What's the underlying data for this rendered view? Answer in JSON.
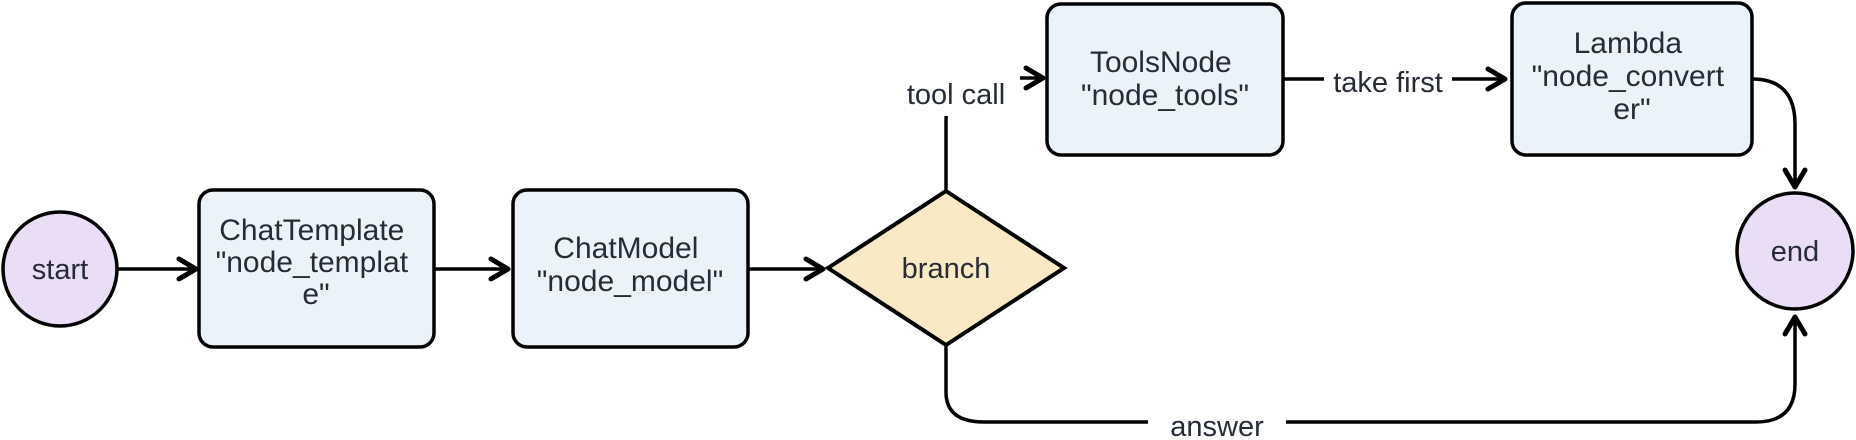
{
  "colors": {
    "background": "#ffffff",
    "box_fill": "#ecf2fa",
    "circle_fill": "#e9def5",
    "diamond_fill": "#f9eac5",
    "stroke": "#000000",
    "text": "#262b36",
    "label_bg": "#ffffff"
  },
  "nodes": {
    "start": {
      "shape": "circle",
      "label": "start"
    },
    "chat_template": {
      "shape": "rounded-rect",
      "lines": [
        "ChatTemplate",
        "\"node_templat",
        "e\""
      ]
    },
    "chat_model": {
      "shape": "rounded-rect",
      "lines": [
        "ChatModel",
        "\"node_model\""
      ]
    },
    "branch": {
      "shape": "diamond",
      "label": "branch"
    },
    "tools_node": {
      "shape": "rounded-rect",
      "lines": [
        "ToolsNode",
        "\"node_tools\""
      ]
    },
    "node_converter": {
      "shape": "rounded-rect",
      "lines": [
        "Lambda",
        "\"node_convert",
        "er\""
      ]
    },
    "end": {
      "shape": "circle",
      "label": "end"
    }
  },
  "edges": [
    {
      "from": "start",
      "to": "chat_template",
      "label": ""
    },
    {
      "from": "chat_template",
      "to": "chat_model",
      "label": ""
    },
    {
      "from": "chat_model",
      "to": "branch",
      "label": ""
    },
    {
      "from": "branch",
      "to": "tools_node",
      "label": "tool call"
    },
    {
      "from": "tools_node",
      "to": "node_converter",
      "label": "take first"
    },
    {
      "from": "node_converter",
      "to": "end",
      "label": ""
    },
    {
      "from": "branch",
      "to": "end",
      "label": "answer"
    }
  ]
}
